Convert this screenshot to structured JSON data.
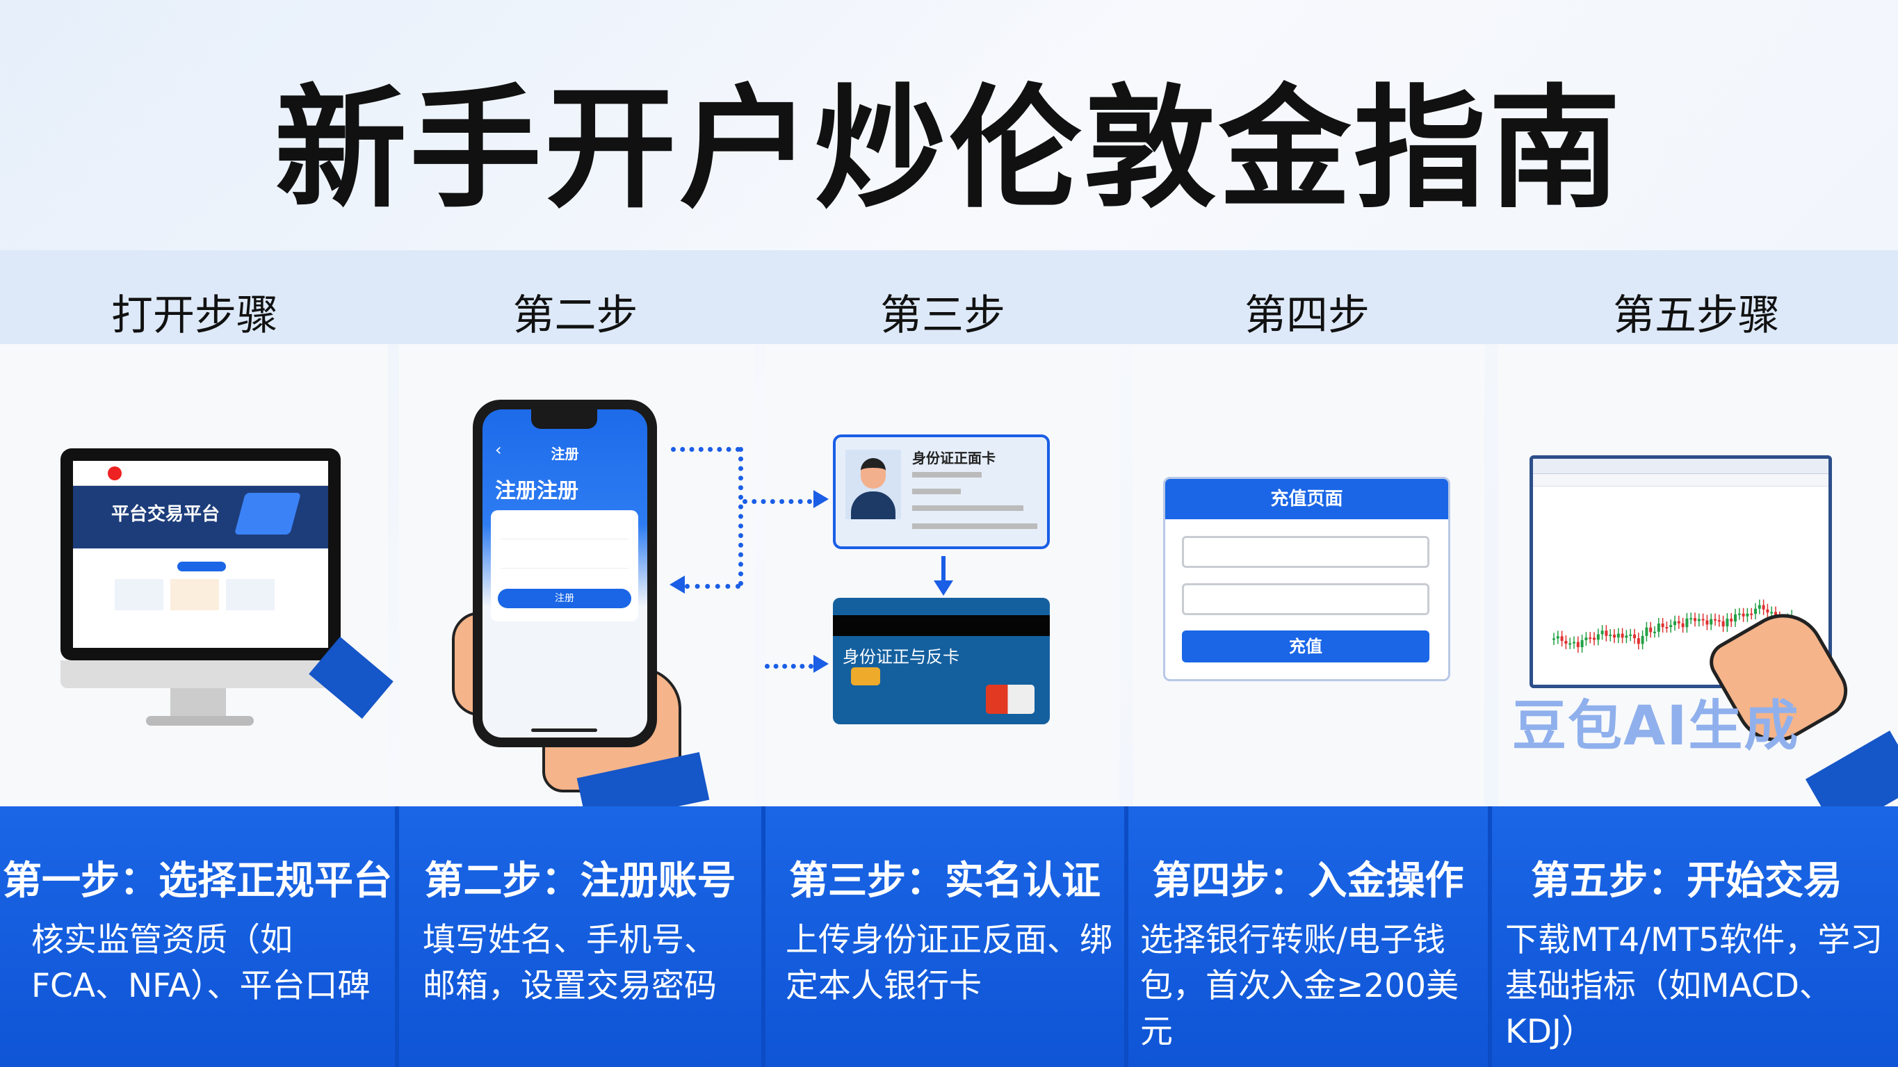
{
  "title": "新手开户炒伦敦金指南",
  "step_labels": [
    "打开步骤",
    "第二步",
    "第三步",
    "第四步",
    "第五步骤"
  ],
  "steps": [
    {
      "heading": "第一步：选择正规平台",
      "text": "核实监管资质（如FCA、NFA）、平台口碑"
    },
    {
      "heading": "第二步：注册账号",
      "text": "填写姓名、手机号、邮箱，设置交易密码"
    },
    {
      "heading": "第三步：实名认证",
      "text": "上传身份证正反面、绑定本人银行卡"
    },
    {
      "heading": "第四步：入金操作",
      "text": "选择银行转账/电子钱包，首次入金≥200美元"
    },
    {
      "heading": "第五步：开始交易",
      "text": "下载MT4/MT5软件，学习基础指标（如MACD、KDJ）"
    }
  ],
  "illustrations": {
    "website_banner": "平台交易平台",
    "phone_header": "注册",
    "phone_title": "注册注册",
    "phone_button": "注册",
    "id_card_title": "身份证正面卡",
    "bank_card_title": "身份证正与反卡",
    "deposit_title": "充值页面",
    "deposit_button": "充值"
  },
  "watermark": "豆包AI生成",
  "colors": {
    "brand": "#1a66e6",
    "band": "#dde9f8"
  }
}
